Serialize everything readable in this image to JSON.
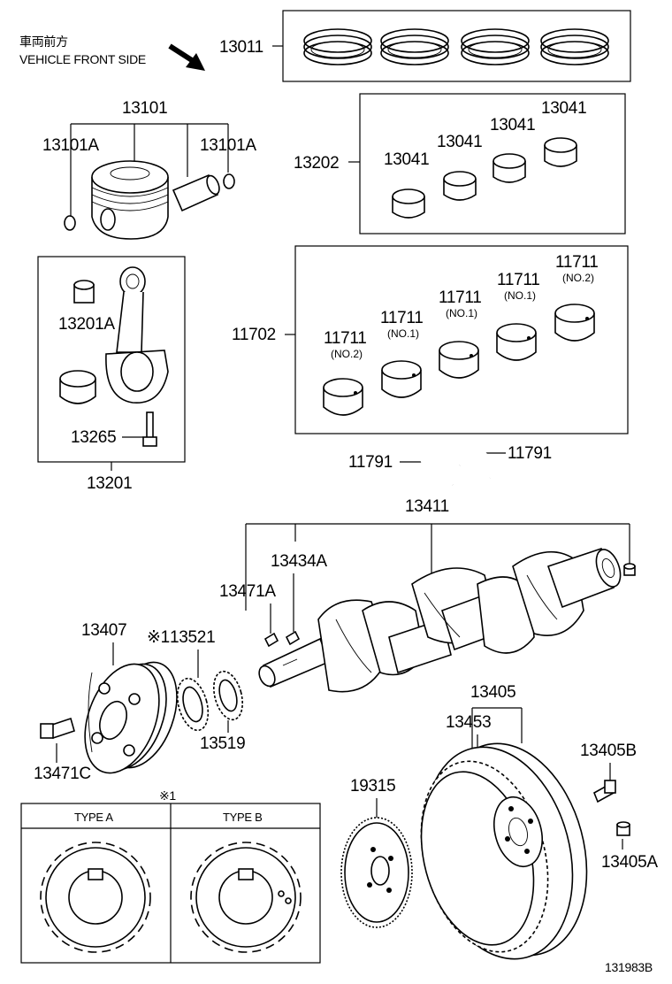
{
  "header": {
    "jp_label": "車両前方",
    "en_label": "VEHICLE FRONT SIDE"
  },
  "parts": {
    "p13011": "13011",
    "p13101": "13101",
    "p13101A_l": "13101A",
    "p13101A_r": "13101A",
    "p13202": "13202",
    "p13041_1": "13041",
    "p13041_2": "13041",
    "p13041_3": "13041",
    "p13041_4": "13041",
    "p13201A": "13201A",
    "p13265": "13265",
    "p13201": "13201",
    "p11702": "11702",
    "p11711_1": "11711",
    "p11711_2": "11711",
    "p11711_3": "11711",
    "p11711_4": "11711",
    "p11711_5": "11711",
    "p11791_l": "11791",
    "p11791_r": "11791",
    "p13411": "13411",
    "p13434A": "13434A",
    "p13471A": "13471A",
    "p13407": "13407",
    "p13521": "13521",
    "p13519": "13519",
    "p13471C": "13471C",
    "p13405": "13405",
    "p13453": "13453",
    "p13405B": "13405B",
    "p19315": "19315",
    "p13405A": "13405A"
  },
  "bearing_notes": {
    "n1": "(NO.2)",
    "n2": "(NO.1)",
    "n3": "(NO.1)",
    "n4": "(NO.1)",
    "n5": "(NO.2)"
  },
  "notes": {
    "ref_mark_13521": "※1",
    "ref_mark_types": "※1",
    "type_a": "TYPE A",
    "type_b": "TYPE B",
    "diagram_id": "131983B"
  }
}
